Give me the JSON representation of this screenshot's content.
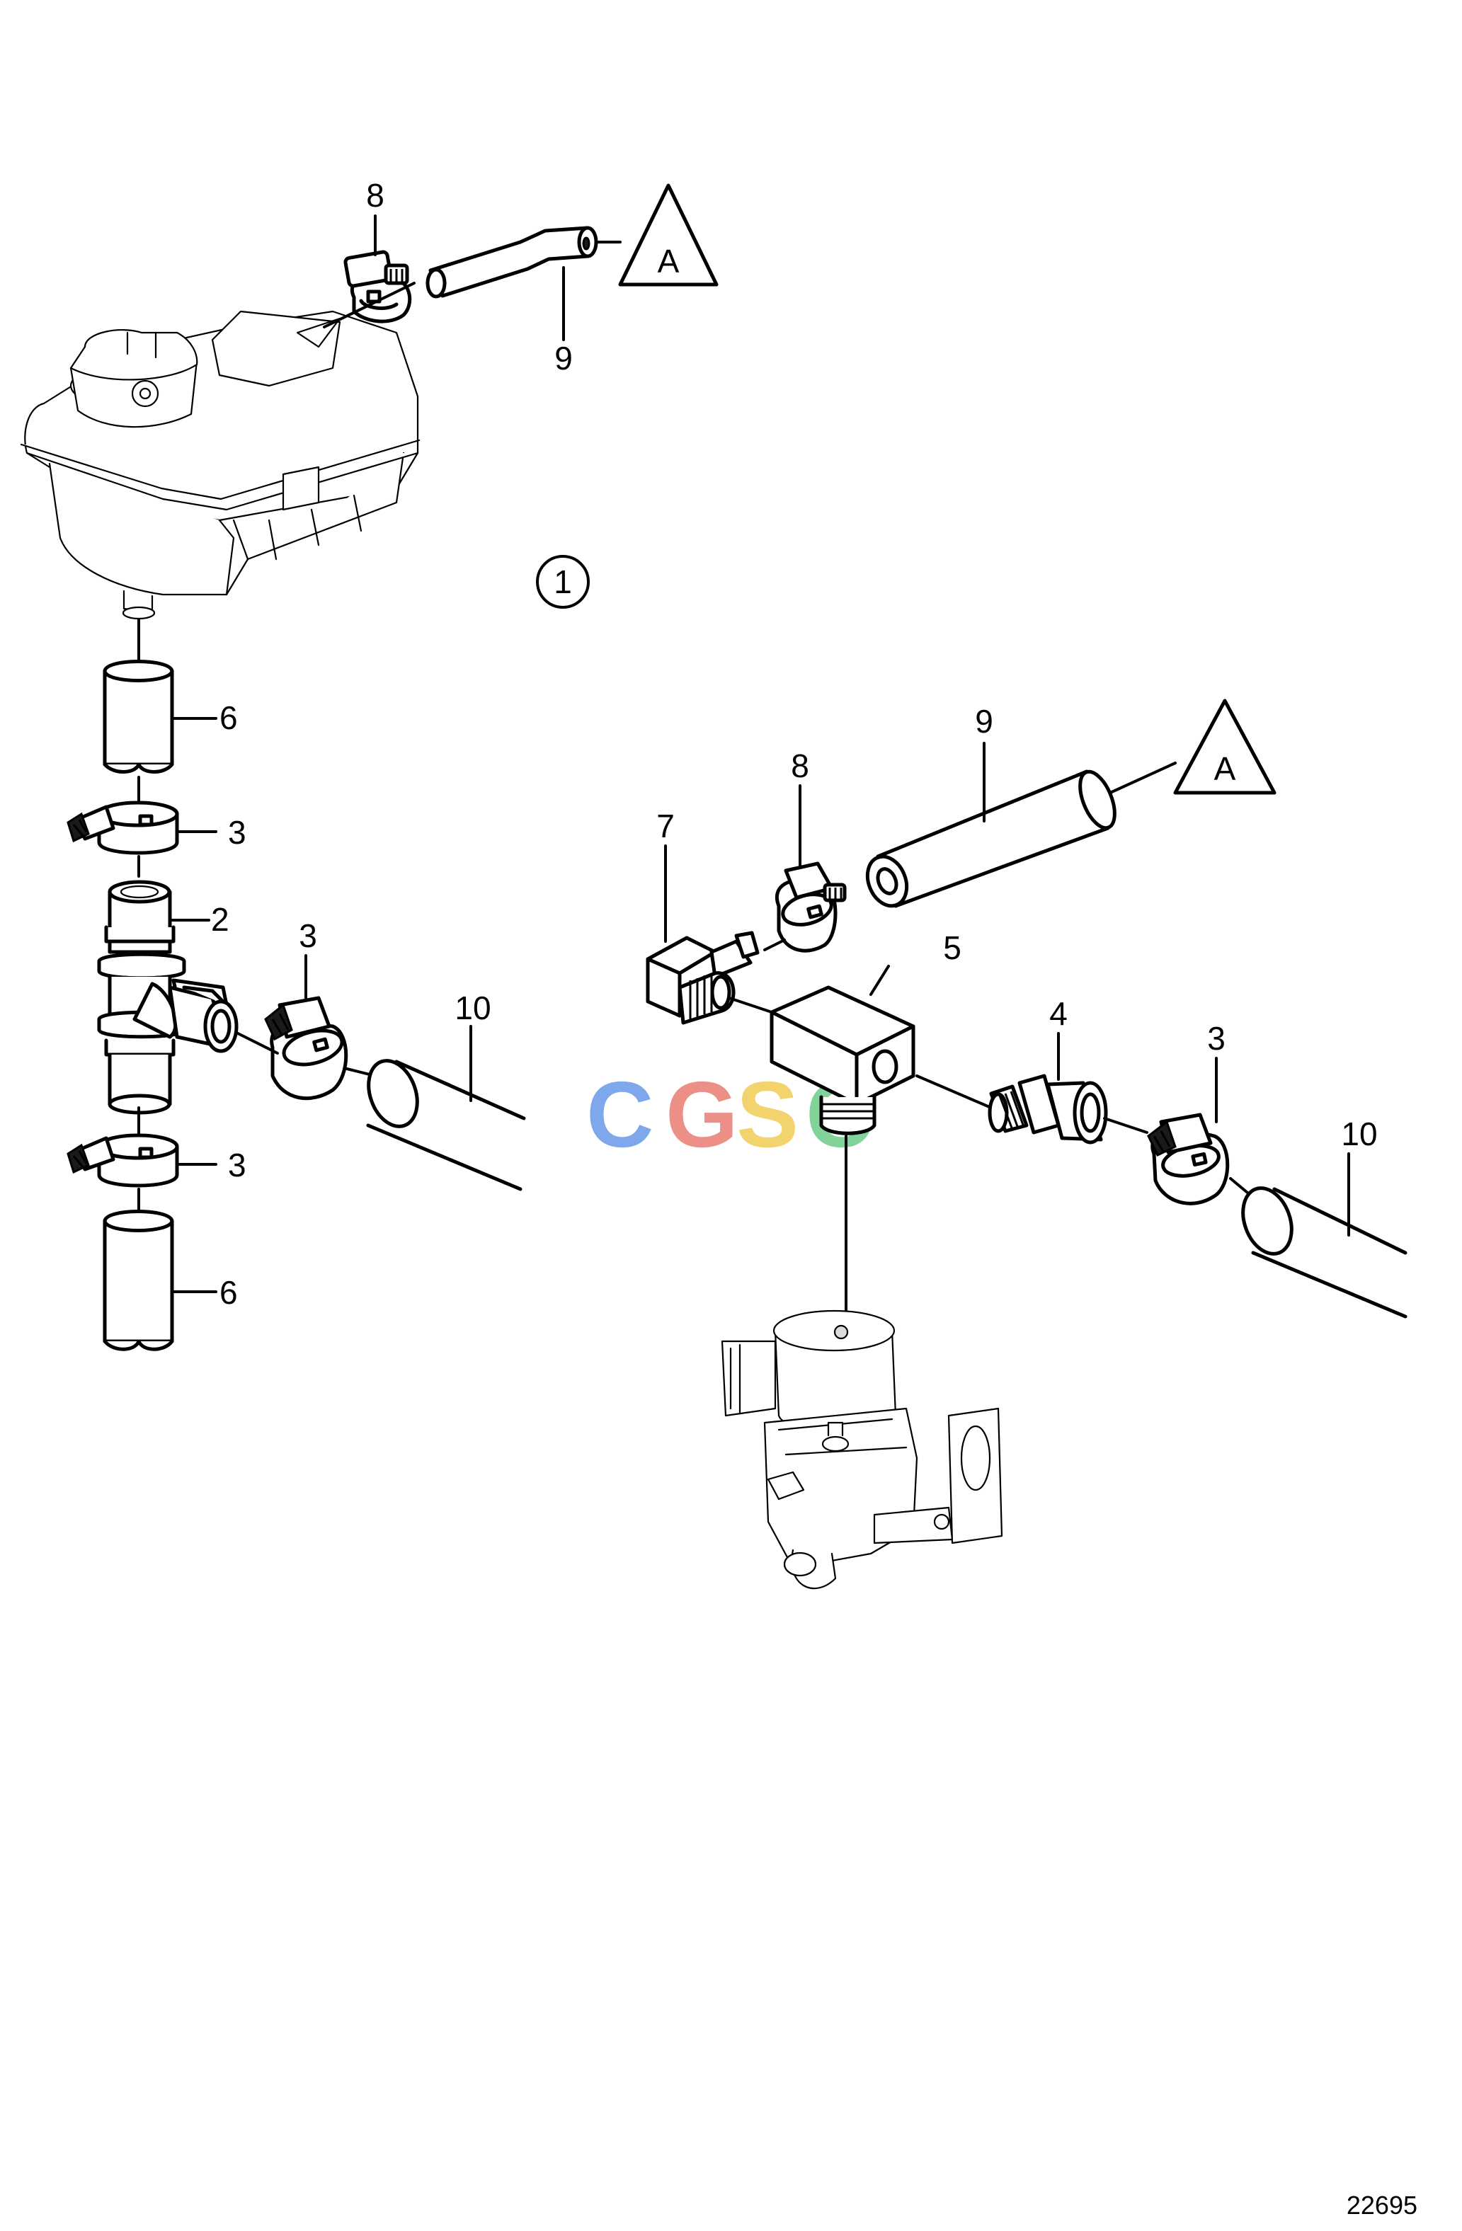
{
  "figure_number": "22695",
  "view_marker": "1",
  "reference_marker": "A",
  "watermark": {
    "letters": [
      "C",
      "G",
      "S",
      "C"
    ],
    "colors": [
      "#7fa7ec",
      "#ec8f87",
      "#f3d36e",
      "#82d39a"
    ]
  },
  "callouts": {
    "c8_top": "8",
    "c9_top": "9",
    "c6_upper": "6",
    "c3_upper": "3",
    "c2": "2",
    "c3_mid": "3",
    "c10_left": "10",
    "c3_lower": "3",
    "c6_lower": "6",
    "c9_right": "9",
    "c8_right": "8",
    "c7": "7",
    "c5": "5",
    "c4": "4",
    "c3_right": "3",
    "c10_right": "10"
  }
}
